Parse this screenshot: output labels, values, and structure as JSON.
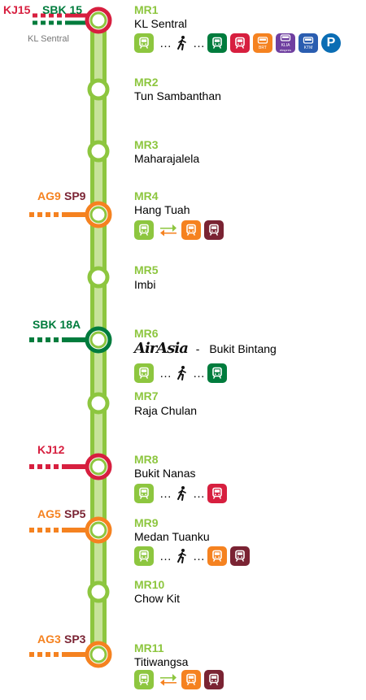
{
  "colors": {
    "monorail": "#8dc63f",
    "monorail_light": "#c7e39a",
    "kelana_jaya": "#d71f3f",
    "sbk": "#007c3d",
    "ampang": "#f58220",
    "sri_petaling": "#7a2333",
    "klia": "#6f3fa0",
    "ktm": "#2a5db0",
    "parking": "#0a6db4"
  },
  "stations": [
    {
      "code": "MR1",
      "name": "KL Sentral"
    },
    {
      "code": "MR2",
      "name": "Tun Sambanthan"
    },
    {
      "code": "MR3",
      "name": "Maharajalela"
    },
    {
      "code": "MR4",
      "name": "Hang Tuah"
    },
    {
      "code": "MR5",
      "name": "Imbi"
    },
    {
      "code": "MR6",
      "name": "Bukit Bintang",
      "prefix_logo": "AirAsia",
      "separator": "-"
    },
    {
      "code": "MR7",
      "name": "Raja Chulan"
    },
    {
      "code": "MR8",
      "name": "Bukit Nanas"
    },
    {
      "code": "MR9",
      "name": "Medan Tuanku"
    },
    {
      "code": "MR10",
      "name": "Chow Kit"
    },
    {
      "code": "MR11",
      "name": "Titiwangsa"
    }
  ],
  "interchanges": {
    "mr1": {
      "line1": "KJ15",
      "line2": "SBK 15",
      "sub": "KL Sentral"
    },
    "mr4": {
      "line1": "AG9",
      "line2": "SP9"
    },
    "mr6": {
      "line1": "SBK 18A"
    },
    "mr8": {
      "line1": "KJ12"
    },
    "mr9": {
      "line1": "AG5",
      "line2": "SP5"
    },
    "mr11": {
      "line1": "AG3",
      "line2": "SP3"
    }
  },
  "icons": {
    "dots": "…",
    "bus_tag": "BRT",
    "klia_tag": "KLIA",
    "klia_sub": "ekspres",
    "ktm_tag": "KTM",
    "parking": "P",
    "icon_names": [
      "monorail-icon",
      "walking-person-icon",
      "train-icon",
      "bus-icon",
      "airport-rail-icon",
      "commuter-train-icon",
      "parking-icon",
      "interchange-arrows-icon"
    ]
  }
}
